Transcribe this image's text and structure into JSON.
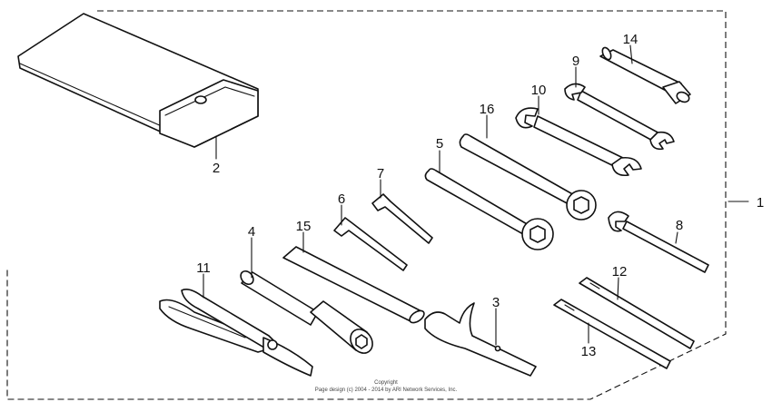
{
  "callouts": {
    "p1": "1",
    "p2": "2",
    "p3": "3",
    "p4": "4",
    "p5": "5",
    "p6": "6",
    "p7": "7",
    "p8": "8",
    "p9": "9",
    "p10": "10",
    "p11": "11",
    "p12": "12",
    "p13": "13",
    "p14": "14",
    "p15": "15",
    "p16": "16"
  },
  "copyright": {
    "line1": "Copyright",
    "line2": "Page design (c) 2004 - 2014 by ARI Network Services, Inc."
  }
}
